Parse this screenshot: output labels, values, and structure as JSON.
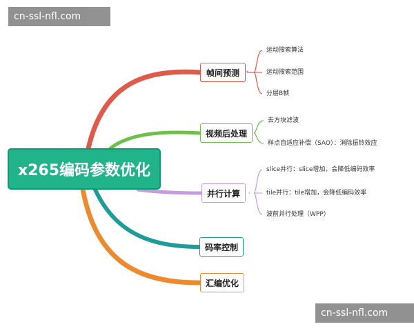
{
  "watermarks": {
    "top_left": "cn-ssl-nfl.com",
    "bottom_right": "cn-ssl-nfl.com"
  },
  "root": {
    "label": "x265编码参数优化",
    "color": "#21b48a"
  },
  "branches": [
    {
      "label": "帧间预测",
      "color": "#e05a4a",
      "children": [
        "运动搜索算法",
        "运动搜索范围",
        "分层B帧"
      ]
    },
    {
      "label": "视频后处理",
      "color": "#6fc04a",
      "children": [
        "去方块滤波",
        "样点自适应补偿（SAO）：消除振铃效应"
      ]
    },
    {
      "label": "并行计算",
      "color": "#c79be0",
      "children": [
        "slice并行：slice增加，会降低编码效率",
        "tile并行：tile增加，会降低编码效率",
        "波前并行处理（WPP）"
      ]
    },
    {
      "label": "码率控制",
      "color": "#1f9c9a",
      "children": []
    },
    {
      "label": "汇编优化",
      "color": "#ee8a2e",
      "children": []
    }
  ]
}
